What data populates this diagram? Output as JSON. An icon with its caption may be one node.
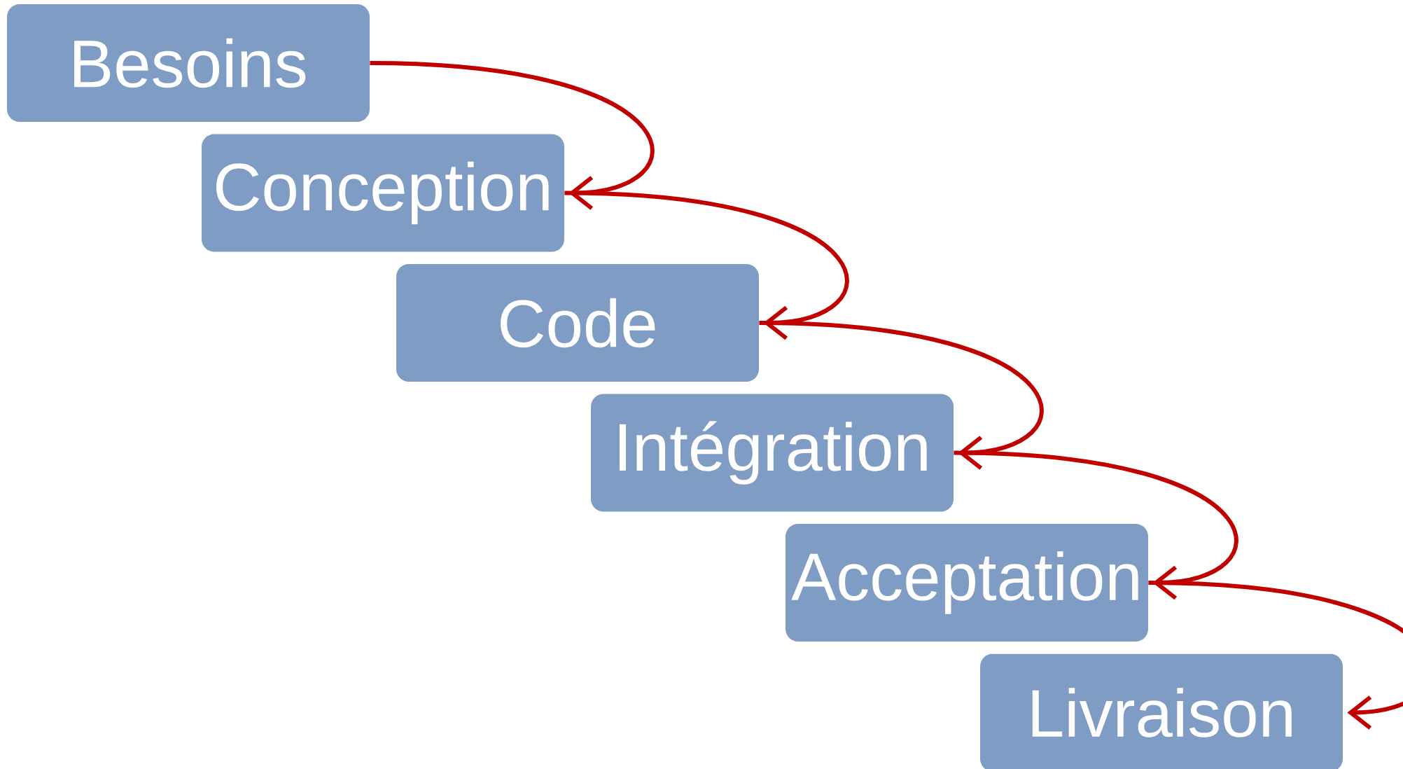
{
  "diagram": {
    "nodes": [
      {
        "text": [
          "Besoins"
        ]
      },
      {
        "text": [
          "Conception"
        ]
      },
      {
        "text": [
          "Code"
        ]
      },
      {
        "text": [
          "Intégration"
        ]
      },
      {
        "text": [
          "Acceptation"
        ]
      },
      {
        "text": [
          "Livraison"
        ]
      }
    ],
    "edges": [
      {
        "from": 0,
        "to": 1,
        "arrow": "to"
      },
      {
        "from": 1,
        "to": 2,
        "arrow": "to"
      },
      {
        "from": 2,
        "to": 3,
        "arrow": "to"
      },
      {
        "from": 3,
        "to": 4,
        "arrow": "to"
      },
      {
        "from": 4,
        "to": 5,
        "arrow": "to"
      }
    ]
  }
}
